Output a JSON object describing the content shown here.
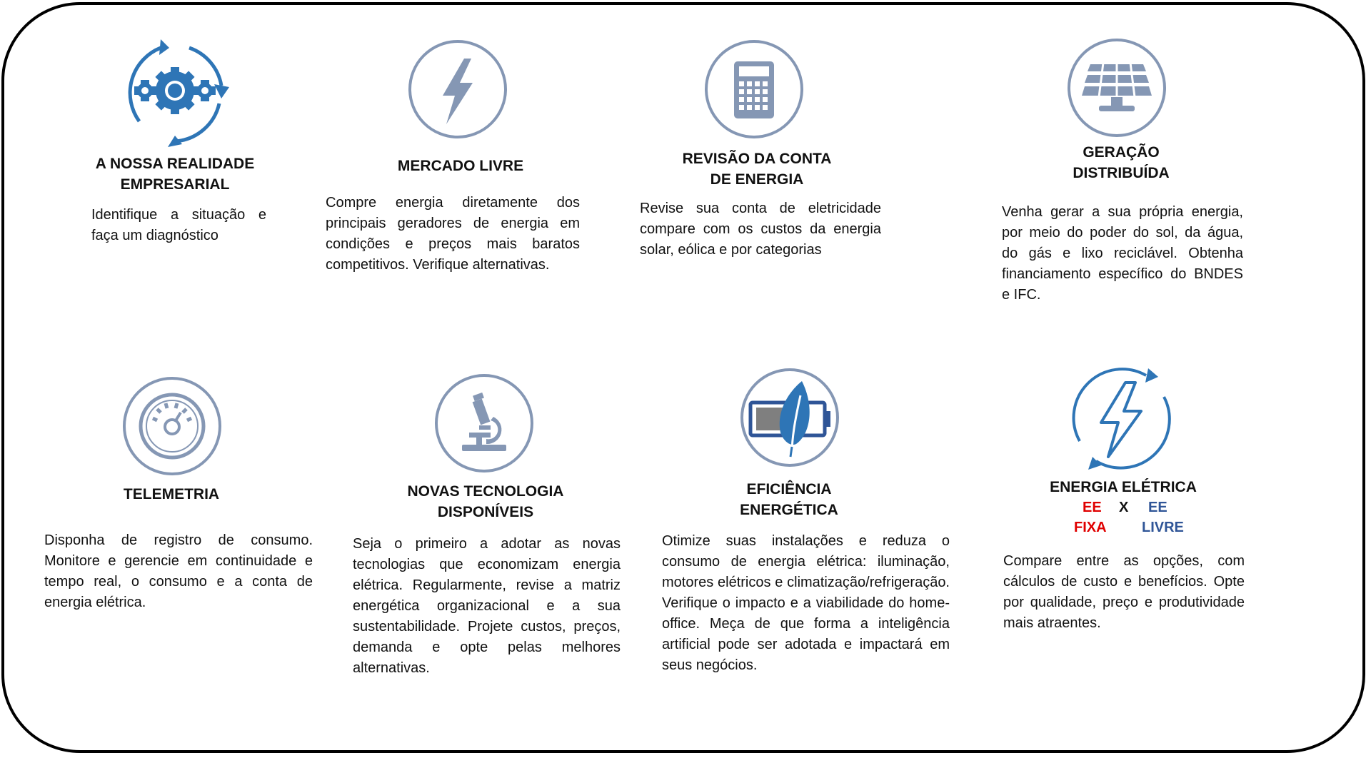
{
  "cards": [
    {
      "title_lines": [
        "A NOSSA REALIDADE",
        "EMPRESARIAL"
      ],
      "desc": "Identifique a situação e faça um diagnóstico",
      "icon": "gears-cycle-icon"
    },
    {
      "title_lines": [
        "MERCADO LIVRE"
      ],
      "desc": "Compre energia diretamente dos principais geradores de energia em condições e preços mais baratos competitivos. Verifique alternativas.",
      "icon": "lightning-icon"
    },
    {
      "title_lines": [
        "REVISÃO DA CONTA",
        "DE ENERGIA"
      ],
      "desc": "Revise sua conta de eletricidade compare com os custos da energia solar, eólica e por categorias",
      "icon": "calculator-icon"
    },
    {
      "title_lines": [
        "GERAÇÃO",
        "DISTRIBUÍDA"
      ],
      "desc": "Venha gerar a sua própria energia, por meio do poder do sol, da água, do gás e lixo reciclável. Obtenha financiamento específico do BNDES e IFC.",
      "icon": "solar-panel-icon"
    },
    {
      "title_lines": [
        "TELEMETRIA"
      ],
      "desc": "Disponha de registro de consumo. Monitore e gerencie em continuidade e tempo real, o consumo e a conta de energia elétrica.",
      "icon": "gauge-meter-icon"
    },
    {
      "title_lines": [
        "NOVAS TECNOLOGIA",
        "DISPONÍVEIS"
      ],
      "desc": "Seja o primeiro a adotar as novas tecnologias que economizam energia elétrica. Regularmente, revise a matriz energética organizacional e a sua sustentabilidade. Projete custos, preços, demanda e opte pelas melhores alternativas.",
      "icon": "microscope-icon"
    },
    {
      "title_lines": [
        "EFICIÊNCIA",
        "ENERGÉTICA"
      ],
      "desc": "Otimize suas instalações e reduza o consumo de energia elétrica: iluminação, motores elétricos e climatização/refrigeração. Verifique o impacto e a viabilidade do home-office. Meça de que forma a inteligência artificial  pode ser adotada e impactará em seus negócios.",
      "icon": "leaf-battery-icon"
    },
    {
      "title_lines": [
        "ENERGIA ELÉTRICA"
      ],
      "comparison": {
        "left_top": "EE",
        "left_bottom": "FIXA",
        "separator": "X",
        "right_top": "EE",
        "right_bottom": "LIVRE"
      },
      "desc": "Compare entre as opções, com cálculos de custo e benefícios. Opte por qualidade, preço e produtividade mais atraentes.",
      "icon": "lightning-cycle-icon"
    }
  ],
  "colors": {
    "icon_gray": "#8597b4",
    "icon_blue": "#2e75b6",
    "fixa_red": "#e00000",
    "livre_blue": "#2f5597"
  }
}
